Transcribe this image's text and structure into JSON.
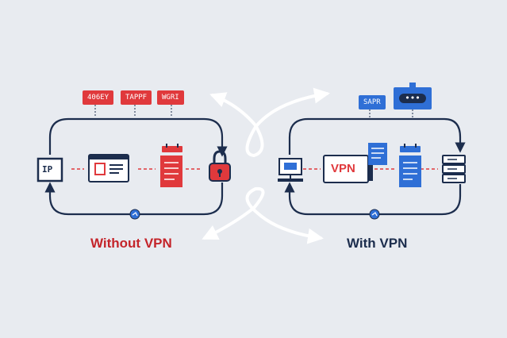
{
  "colors": {
    "navy": "#1c2d4d",
    "red": "#e0393c",
    "blue": "#2f6fd6",
    "background": "#e8ebf0"
  },
  "left_panel": {
    "caption": "Without VPN",
    "tags": [
      "406EY",
      "TAPPF",
      "WGRI"
    ],
    "ip_label": "IP",
    "icons": [
      "ip-terminal-icon",
      "browser-window-icon",
      "red-document-icon",
      "padlock-icon",
      "loop-arrow-icon"
    ]
  },
  "right_panel": {
    "caption": "With VPN",
    "tags": [
      "SAPR"
    ],
    "password_mask": "•••",
    "vpn_label": "VPN",
    "icons": [
      "computer-icon",
      "vpn-window-icon",
      "blue-document-icon",
      "server-icon",
      "loop-arrow-icon"
    ]
  }
}
